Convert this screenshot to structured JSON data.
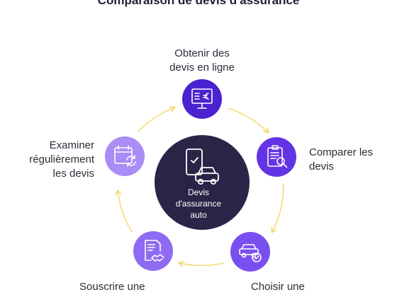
{
  "title": "Comparaison de devis d'assurance",
  "center": {
    "lines": [
      "Devis",
      "d'assurance",
      "auto"
    ],
    "icon": "phone-car-icon"
  },
  "steps": [
    {
      "lines": [
        "Obtenir des",
        "devis en ligne"
      ],
      "icon": "monitor-euro-icon"
    },
    {
      "lines": [
        "Comparer les",
        "devis"
      ],
      "icon": "clipboard-search-icon"
    },
    {
      "lines": [
        "Choisir une"
      ],
      "icon": "car-check-icon"
    },
    {
      "lines": [
        "Souscrire une"
      ],
      "icon": "contract-handshake-icon"
    },
    {
      "lines": [
        "Examiner",
        "régulièrement",
        "les devis"
      ],
      "icon": "calendar-refresh-icon"
    }
  ],
  "colors": {
    "center": "#2c2447",
    "step1": "#4a22cf",
    "step2": "#6334e4",
    "step3": "#7a4ff0",
    "step4": "#8e6bf2",
    "step5": "#a98cf5",
    "arrows": "#f2d560"
  }
}
